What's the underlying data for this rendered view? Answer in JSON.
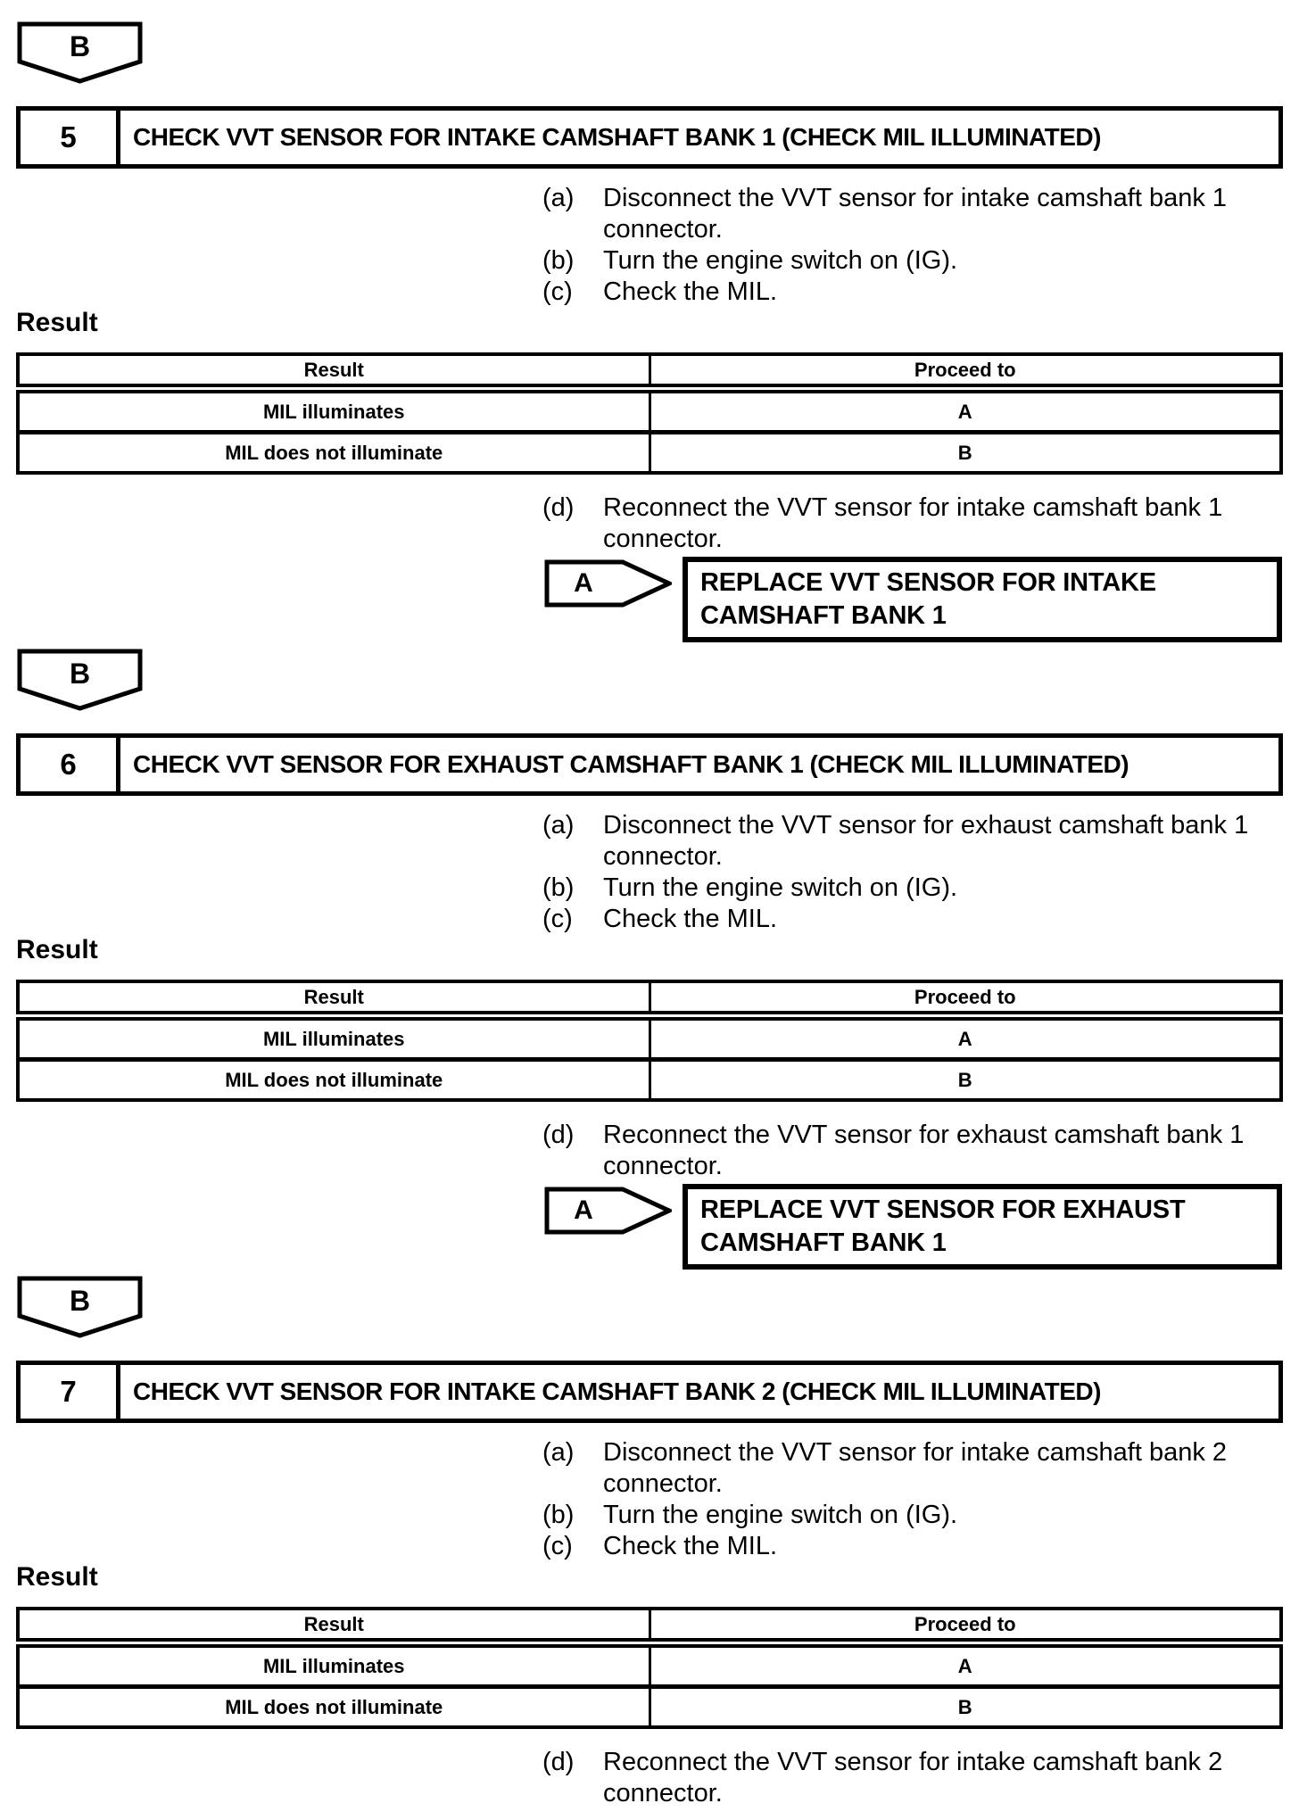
{
  "document": {
    "sections": [
      {
        "connector": "B",
        "number": "5",
        "title": "CHECK VVT SENSOR FOR INTAKE CAMSHAFT BANK 1 (CHECK MIL ILLUMINATED)",
        "steps": [
          {
            "marker": "(a)",
            "text": "Disconnect the VVT sensor for intake camshaft bank 1 connector."
          },
          {
            "marker": "(b)",
            "text": "Turn the engine switch on (IG)."
          },
          {
            "marker": "(c)",
            "text": "Check the MIL."
          }
        ],
        "result_heading": "Result",
        "table": {
          "headers": [
            "Result",
            "Proceed to"
          ],
          "rows": [
            {
              "result": "MIL illuminates",
              "proceed": "A"
            },
            {
              "result": "MIL does not illuminate",
              "proceed": "B"
            }
          ]
        },
        "step_d": {
          "marker": "(d)",
          "text": "Reconnect the VVT sensor for intake camshaft bank 1 connector."
        },
        "action": {
          "connector": "A",
          "text": "REPLACE VVT SENSOR FOR INTAKE CAMSHAFT BANK 1"
        }
      },
      {
        "connector": "B",
        "number": "6",
        "title": "CHECK VVT SENSOR FOR EXHAUST CAMSHAFT BANK 1 (CHECK MIL ILLUMINATED)",
        "steps": [
          {
            "marker": "(a)",
            "text": "Disconnect the VVT sensor for exhaust camshaft bank 1 connector."
          },
          {
            "marker": "(b)",
            "text": "Turn the engine switch on (IG)."
          },
          {
            "marker": "(c)",
            "text": "Check the MIL."
          }
        ],
        "result_heading": "Result",
        "table": {
          "headers": [
            "Result",
            "Proceed to"
          ],
          "rows": [
            {
              "result": "MIL illuminates",
              "proceed": "A"
            },
            {
              "result": "MIL does not illuminate",
              "proceed": "B"
            }
          ]
        },
        "step_d": {
          "marker": "(d)",
          "text": "Reconnect the VVT sensor for exhaust camshaft bank 1 connector."
        },
        "action": {
          "connector": "A",
          "text": "REPLACE VVT SENSOR FOR EXHAUST CAMSHAFT BANK 1"
        }
      },
      {
        "connector": "B",
        "number": "7",
        "title": "CHECK VVT SENSOR FOR INTAKE CAMSHAFT BANK 2 (CHECK MIL ILLUMINATED)",
        "steps": [
          {
            "marker": "(a)",
            "text": "Disconnect the VVT sensor for intake camshaft bank 2 connector."
          },
          {
            "marker": "(b)",
            "text": "Turn the engine switch on (IG)."
          },
          {
            "marker": "(c)",
            "text": "Check the MIL."
          }
        ],
        "result_heading": "Result",
        "table": {
          "headers": [
            "Result",
            "Proceed to"
          ],
          "rows": [
            {
              "result": "MIL illuminates",
              "proceed": "A"
            },
            {
              "result": "MIL does not illuminate",
              "proceed": "B"
            }
          ]
        },
        "step_d": {
          "marker": "(d)",
          "text": "Reconnect the VVT sensor for intake camshaft bank 2 connector."
        }
      }
    ]
  }
}
